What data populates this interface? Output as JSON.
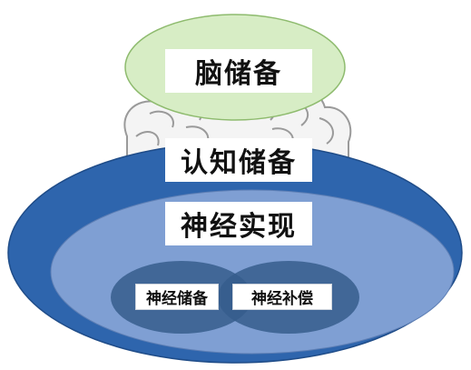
{
  "colors": {
    "outer_ring": "#2e65ad",
    "middle_ring": "#7f9fd3",
    "inner_overlap": "#365d8c",
    "top_ellipse_fill": "#d7edc5",
    "top_ellipse_stroke": "#8ebb6e",
    "brain_sketch": "#9a9a9a"
  },
  "icons": {
    "brain": "brain-outline-icon"
  },
  "labels": {
    "brain_reserve": "脑储备",
    "cognitive_reserve": "认知储备",
    "neural_implementation": "神经实现",
    "neural_reserve": "神经储备",
    "neural_compensation": "神经补偿"
  }
}
